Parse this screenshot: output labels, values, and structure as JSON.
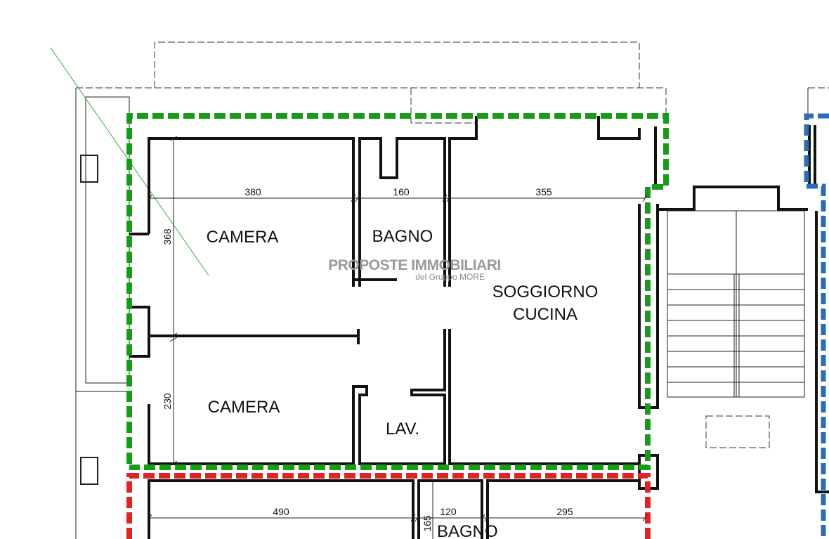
{
  "rooms": {
    "camera_top": "CAMERA",
    "bagno_top": "BAGNO",
    "soggiorno_line1": "SOGGIORNO",
    "soggiorno_line2": "CUCINA",
    "camera_bottom": "CAMERA",
    "lav": "LAV.",
    "bagno_bottom": "BAGNO"
  },
  "dimensions": {
    "top_row": [
      "380",
      "160",
      "355"
    ],
    "left_col": [
      "368",
      "230"
    ],
    "bottom_row": [
      "490",
      "120",
      "295"
    ],
    "bottom_vertical": "165"
  },
  "watermark": {
    "title": "PROPOSTE IMMOBILIARI",
    "subtitle": "del Gruppo MORE"
  },
  "colors": {
    "unit_green": "#1a9a1a",
    "unit_red": "#e02424",
    "unit_blue": "#2a6db5"
  }
}
